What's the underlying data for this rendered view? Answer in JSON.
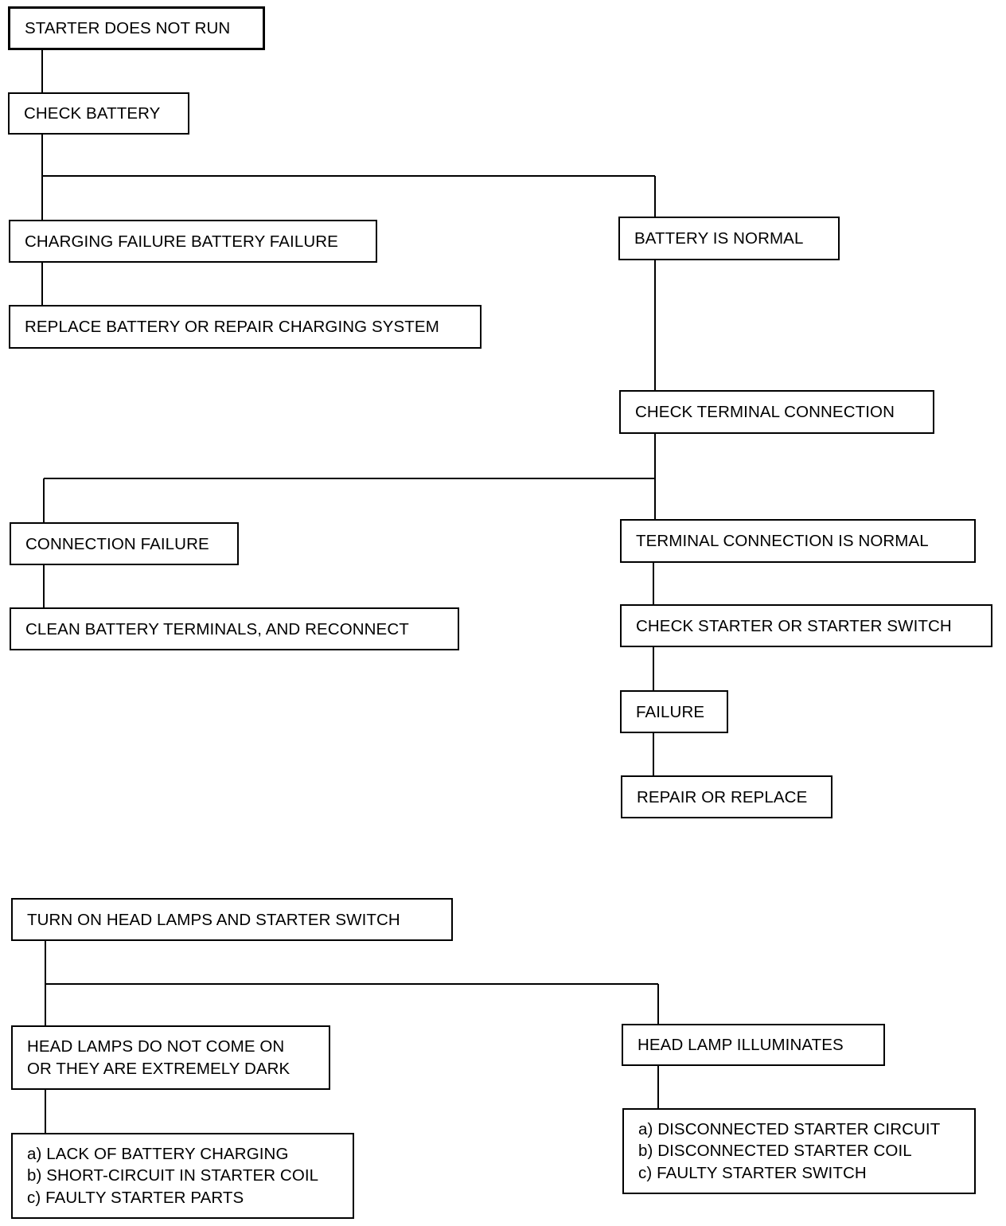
{
  "nodes": {
    "starter_does_not_run": "STARTER DOES NOT RUN",
    "check_battery": "CHECK BATTERY",
    "charging_failure": "CHARGING FAILURE BATTERY FAILURE",
    "battery_is_normal": "BATTERY IS NORMAL",
    "replace_battery": "REPLACE BATTERY OR REPAIR CHARGING SYSTEM",
    "check_terminal_connection": "CHECK TERMINAL CONNECTION",
    "connection_failure": "CONNECTION FAILURE",
    "terminal_connection_normal": "TERMINAL CONNECTION IS NORMAL",
    "clean_terminals": "CLEAN BATTERY TERMINALS, AND RECONNECT",
    "check_starter_switch": "CHECK STARTER OR STARTER SWITCH",
    "failure": "FAILURE",
    "repair_or_replace": "REPAIR OR REPLACE",
    "turn_on_head_lamps": "TURN ON HEAD LAMPS AND STARTER SWITCH",
    "head_lamps_dark": {
      "line1": "HEAD LAMPS DO NOT COME ON",
      "line2": "OR THEY ARE EXTREMELY DARK"
    },
    "head_lamp_illuminates": "HEAD LAMP ILLUMINATES",
    "causes_dark": [
      "a) LACK OF BATTERY CHARGING",
      "b) SHORT-CIRCUIT IN STARTER COIL",
      "c) FAULTY STARTER PARTS"
    ],
    "causes_illuminates": [
      "a) DISCONNECTED STARTER CIRCUIT",
      "b) DISCONNECTED STARTER COIL",
      "c) FAULTY STARTER SWITCH"
    ]
  }
}
